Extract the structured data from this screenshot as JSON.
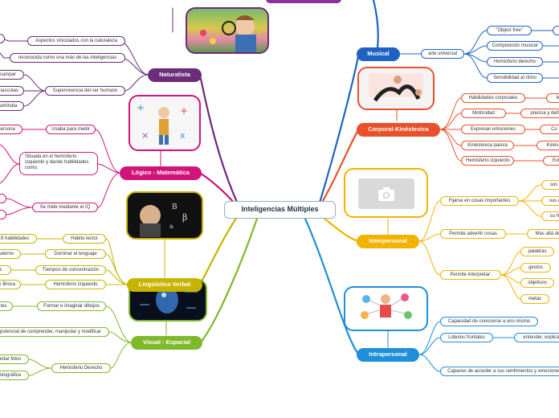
{
  "center": "Inteligencias Múltiples",
  "colors": {
    "naturalista": "#6b2c7a",
    "logico": "#d1137a",
    "linguistico": "#c8b400",
    "visual": "#7fb82a",
    "musical": "#1e63c4",
    "corporal": "#e8512b",
    "interpersonal": "#f2b300",
    "intrapersonal": "#1e8fd8"
  },
  "naturalista": {
    "label": "Naturalista",
    "items": [
      "Aspectos vinculados con la naturaleza",
      "reconocida como una más de las inteligencias",
      "Supervivencia del ser humano"
    ],
    "sub": [
      "campar",
      "mascotas",
      "laminata"
    ]
  },
  "logico": {
    "label": "Lógico - Matemática",
    "items": [
      "Usaba para medir",
      "Situada en el hemisferio izquierdo y dando habilidades como:",
      "Se mide mediante el IQ"
    ],
    "sub": [
      "persona"
    ]
  },
  "linguistico": {
    "label": "Lingüístico Verbal",
    "items": [
      "Hábito lector",
      "Dominar el lenguaje",
      "Tiempos de concentración",
      "Hemisferio Izquierdo"
    ],
    "sub": [
      "19 habilidades",
      "naterno",
      "s",
      "de Broca"
    ]
  },
  "visual": {
    "label": "Visual - Espacial",
    "items": [
      "Formar e imaginar dibujos",
      "potencial de comprender, manipular y modificar",
      "Hemisferio Derecho"
    ],
    "sub": [
      "ones",
      "ordar fotos",
      "fotográfica"
    ]
  },
  "musical": {
    "label": "Musical",
    "mid": "arte universal",
    "items": [
      "\"Object free\"",
      "Composición musical",
      "Hemisferio derecho",
      "Sensibilidad al ritmo"
    ]
  },
  "corporal": {
    "label": "Corporal-Kinéstesica",
    "items": [
      "Habilidades corporales",
      "Motricidad",
      "Expresan emociones",
      "Kinéstesica pasiva",
      "Hemisferio izquierdo"
    ],
    "sub": [
      "M",
      "precisa y defi",
      "Co",
      "Kinés",
      "Evi"
    ]
  },
  "interpersonal": {
    "label": "Interpersonal",
    "items": [
      "Fijarse en cosas importantes",
      "Permite advertir cosas",
      "Permite interpretar:"
    ],
    "sub": [
      "sus i",
      "sus n",
      "su hi",
      "Mas allá de"
    ],
    "interpret": [
      "palabras",
      "gestos",
      "objetivos",
      "metas"
    ]
  },
  "intrapersonal": {
    "label": "Intrapersonal",
    "items": [
      "Capacidad de conocerse a uno mismo",
      "Lóbulos frontales",
      "Capaces de acceder a sus sentimientos y emociones"
    ],
    "sub": [
      "entender, explica"
    ]
  }
}
